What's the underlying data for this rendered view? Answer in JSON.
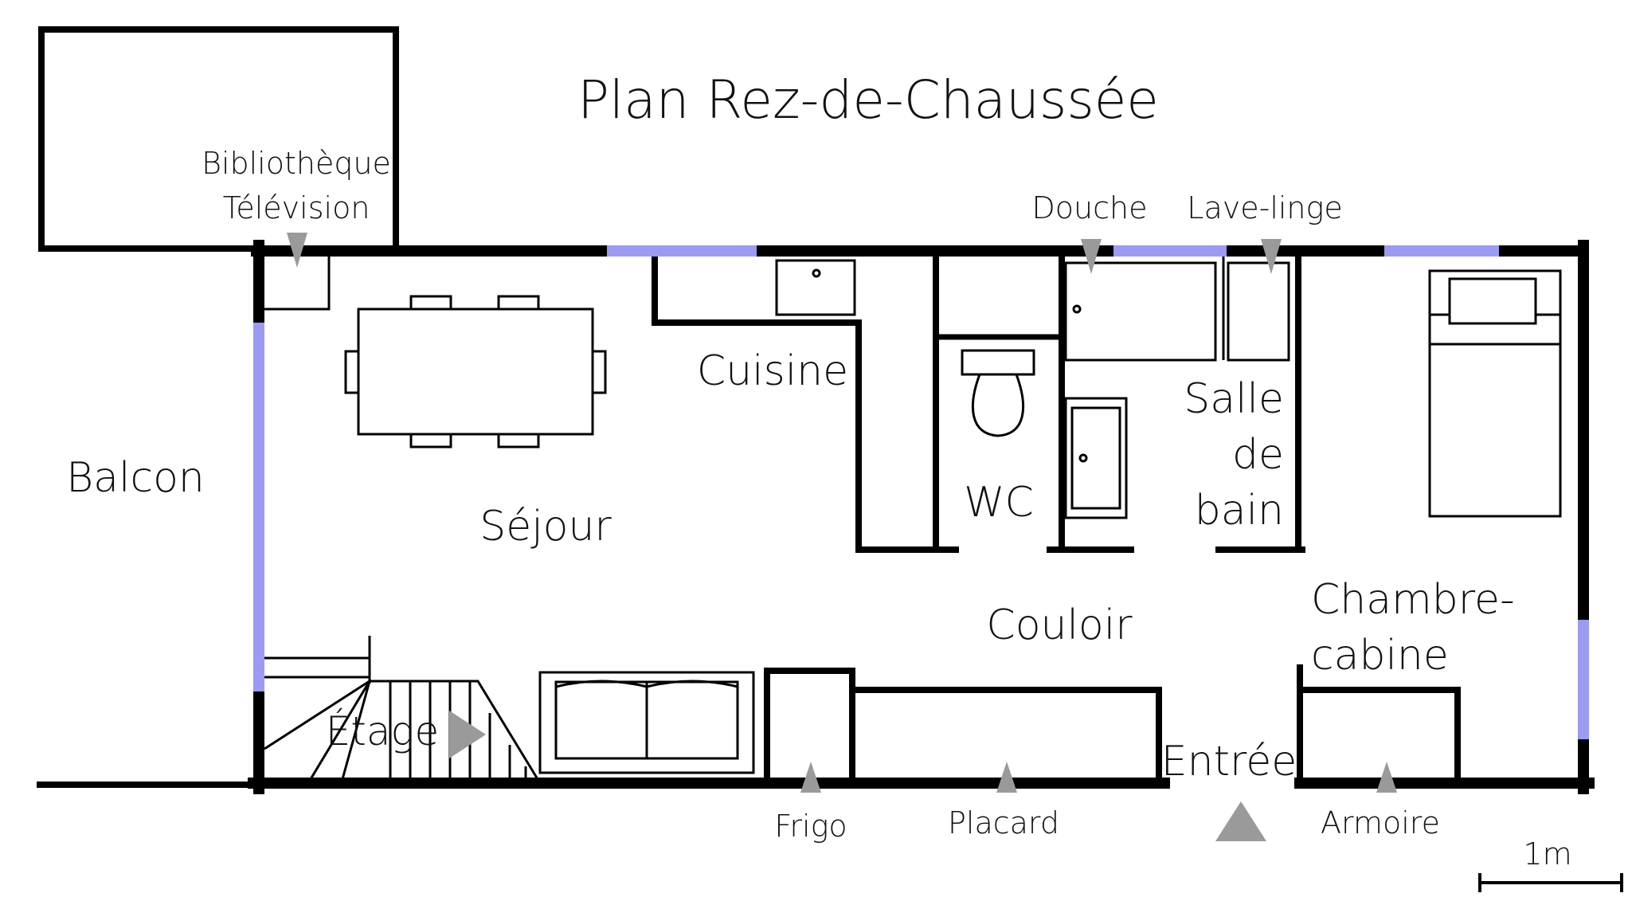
{
  "title": "Plan Rez-de-Chaussée",
  "colors": {
    "wall": "#000000",
    "window": "#9b9bf3",
    "marker": "#9a9a9a",
    "background": "#ffffff"
  },
  "rooms": {
    "balcon": "Balcon",
    "sejour": "Séjour",
    "cuisine": "Cuisine",
    "wc": "WC",
    "salle_de_bain_1": "Salle",
    "salle_de_bain_2": "de",
    "salle_de_bain_3": "bain",
    "couloir": "Couloir",
    "chambre_1": "Chambre-",
    "chambre_2": "cabine",
    "entree": "Entrée",
    "etage": "Étage"
  },
  "fixtures": {
    "bibliotheque": "Bibliothèque",
    "television": "Télévision",
    "douche": "Douche",
    "lave_linge": "Lave-linge",
    "frigo": "Frigo",
    "placard": "Placard",
    "armoire": "Armoire"
  },
  "scale": {
    "label": "1m"
  },
  "icons": {
    "marker": "triangle-pointer-icon",
    "entrance": "entrance-arrow-icon",
    "stairs": "stairs-arrow-icon"
  }
}
